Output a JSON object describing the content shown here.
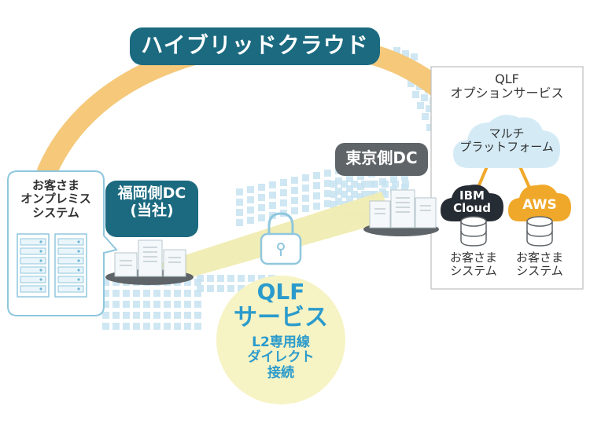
{
  "banner": {
    "title": "ハイブリッドクラウド"
  },
  "onprem": {
    "line1": "お客さま",
    "line2": "オンプレミス",
    "line3": "システム"
  },
  "fukuoka": {
    "line1": "福岡側DC",
    "line2": "(当社)"
  },
  "tokyo": {
    "label": "東京側DC"
  },
  "qlf_options": {
    "line1": "QLF",
    "line2": "オプションサービス",
    "multi_line1": "マルチ",
    "multi_line2": "プラットフォーム",
    "ibm_line1": "IBM",
    "ibm_line2": "Cloud",
    "aws": "AWS",
    "sys_left_line1": "お客さま",
    "sys_left_line2": "システム",
    "sys_right_line1": "お客さま",
    "sys_right_line2": "システム"
  },
  "qlf_service": {
    "line1": "QLF",
    "line2": "サービス",
    "line3": "L2専用線",
    "line4": "ダイレクト",
    "line5": "接続"
  },
  "colors": {
    "teal": "#1b6a80",
    "arc": "#f5c87a",
    "tunnel": "#f0ecb2",
    "cloud_light": "#d4ebf6",
    "ibm_dark": "#262c33",
    "aws_orange": "#f0a82a",
    "map_blue": "#c7e3f1",
    "dc_gray": "#5e6468",
    "service_bg": "#f6f3c4",
    "service_text": "#2b9bcc"
  }
}
